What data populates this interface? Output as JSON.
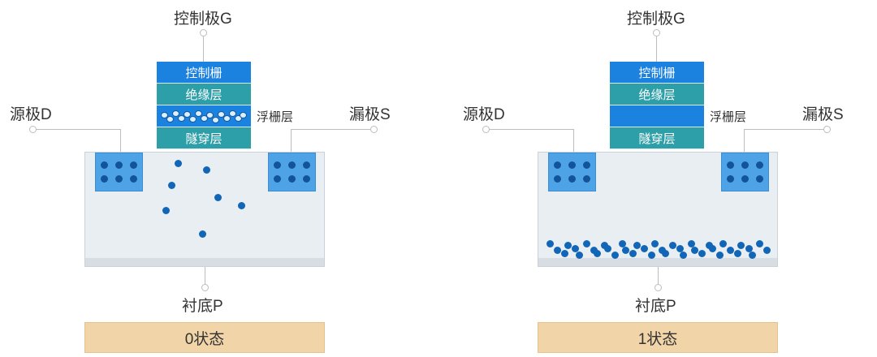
{
  "left": {
    "gate_label": "控制极G",
    "source_label": "源极D",
    "drain_label": "漏极S",
    "substrate_label": "衬底P",
    "floating_label": "浮栅层",
    "layers": [
      "控制栅",
      "绝缘层",
      "",
      "隧穿层"
    ],
    "state": "0状态"
  },
  "right": {
    "gate_label": "控制极G",
    "source_label": "源极D",
    "drain_label": "漏极S",
    "substrate_label": "衬底P",
    "floating_label": "浮栅层",
    "layers": [
      "控制栅",
      "绝缘层",
      "",
      "隧穿层"
    ],
    "state": "1状态"
  },
  "colors": {
    "gate_blue": "#1c82e0",
    "layer_teal": "#2d9fa8",
    "electron": "#1266b8",
    "well_blue": "#4ea3e6",
    "state_bar": "#f1d5a8"
  }
}
